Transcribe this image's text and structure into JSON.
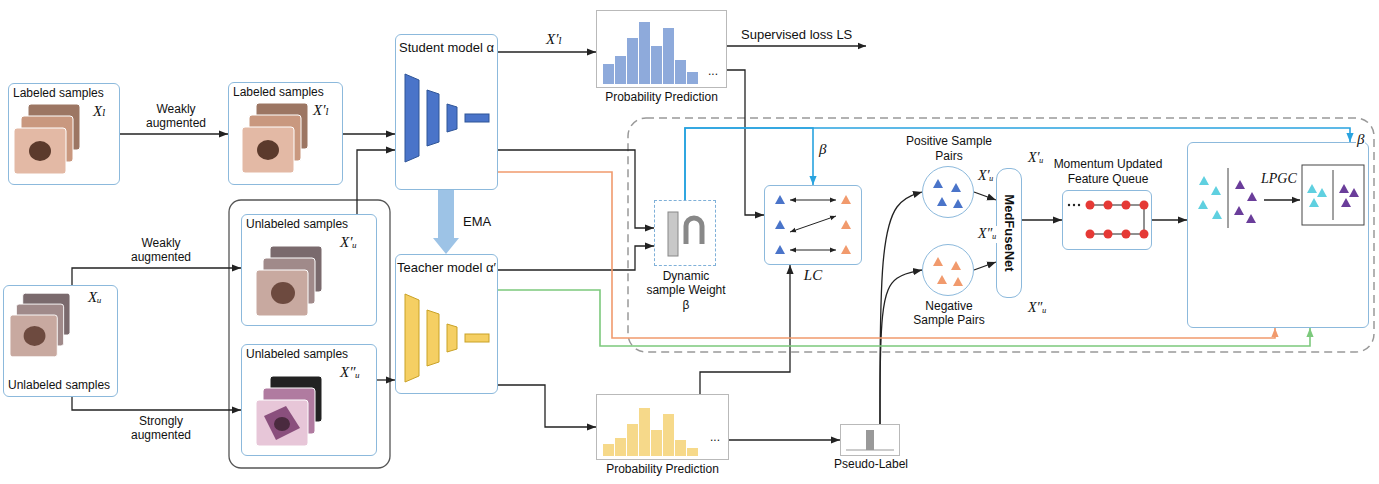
{
  "diagram": {
    "nodes": [
      {
        "text": [
          "Labeled samples",
          "Xₗ"
        ]
      },
      {
        "text": [
          "Labeled samples",
          "X′ₗ"
        ]
      },
      {
        "text": [
          "Xᵤ",
          "Unlabeled samples"
        ]
      },
      {
        "text": [
          "Unlabeled samples",
          "X′ᵤ"
        ]
      },
      {
        "text": [
          "Unlabeled samples",
          "X″ᵤ"
        ]
      },
      {
        "text": [
          "Student model α"
        ]
      },
      {
        "text": [
          "Teacher model α′"
        ]
      },
      {
        "text": [
          "Probability Prediction"
        ]
      },
      {
        "text": [
          "Probability Prediction"
        ]
      },
      {
        "text": [
          "Pseudo-Label"
        ]
      },
      {
        "text": [
          "Dynamic sample Weight β"
        ]
      },
      {
        "text": [
          "LC"
        ]
      },
      {
        "text": [
          "Positive Sample Pairs"
        ]
      },
      {
        "text": [
          "Negative Sample Pairs"
        ]
      },
      {
        "text": [
          "MedFuseNet"
        ]
      },
      {
        "text": [
          "Momentum Updated Feature Queue"
        ]
      },
      {
        "text": [
          "LPGC"
        ]
      }
    ],
    "edges": [
      {
        "from": 0,
        "to": 1,
        "label": "Weakly augmented",
        "arrow": "to"
      },
      {
        "from": 1,
        "to": 5,
        "arrow": "to"
      },
      {
        "from": 2,
        "to": 3,
        "label": "Weakly augmented",
        "arrow": "to"
      },
      {
        "from": 2,
        "to": 4,
        "label": "Strongly augmented",
        "arrow": "to"
      },
      {
        "from": 3,
        "to": 5,
        "arrow": "to"
      },
      {
        "from": 4,
        "to": 6,
        "arrow": "to"
      },
      {
        "from": 5,
        "to": 6,
        "label": "EMA",
        "arrow": "to"
      },
      {
        "from": 5,
        "to": 7,
        "label": "X′ₗ",
        "arrow": "to"
      },
      {
        "from": 6,
        "to": 8,
        "arrow": "to"
      },
      {
        "from": 8,
        "to": 9,
        "arrow": "to"
      },
      {
        "from": 5,
        "to": 10,
        "arrow": "to"
      },
      {
        "from": 6,
        "to": 10,
        "arrow": "to"
      },
      {
        "from": 7,
        "to": 11,
        "arrow": "to"
      },
      {
        "from": 8,
        "to": 11,
        "arrow": "to"
      },
      {
        "from": 10,
        "to": 11,
        "label": "β",
        "arrow": "to"
      },
      {
        "from": 9,
        "to": 12,
        "arrow": "to"
      },
      {
        "from": 9,
        "to": 13,
        "arrow": "to"
      },
      {
        "from": 12,
        "to": 14,
        "arrow": "to"
      },
      {
        "from": 13,
        "to": 14,
        "arrow": "to"
      },
      {
        "from": 14,
        "to": 15,
        "arrow": "to"
      },
      {
        "from": 15,
        "to": 16,
        "arrow": "to"
      },
      {
        "from": 10,
        "to": 16,
        "label": "β",
        "arrow": "to"
      },
      {
        "from": 5,
        "to": 16,
        "arrow": "to"
      },
      {
        "from": 6,
        "to": 16,
        "arrow": "to"
      }
    ],
    "labels": [
      "Supervised loss LS",
      "...",
      "...",
      "X′ᵤ",
      "X′ᵤ",
      "X″ᵤ",
      "X″ᵤ"
    ]
  }
}
